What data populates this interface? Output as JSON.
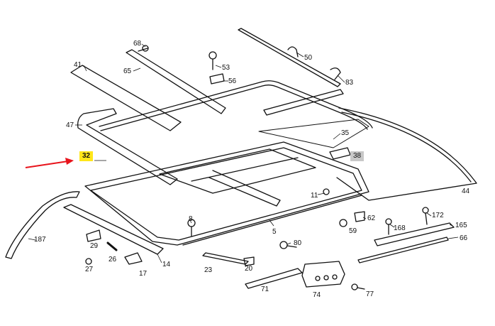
{
  "diagram": {
    "part_labels": {
      "p41": "41",
      "p65": "65",
      "p68": "68",
      "p53": "53",
      "p56": "56",
      "p50": "50",
      "p83": "83",
      "p47": "47",
      "p32": "32",
      "p35": "35",
      "p38": "38",
      "p44": "44",
      "p11": "11",
      "p8": "8",
      "p5": "5",
      "p62": "62",
      "p59": "59",
      "p172": "172",
      "p168": "168",
      "p165": "165",
      "p66": "66",
      "p187": "187",
      "p29": "29",
      "p26": "26",
      "p27": "27",
      "p17": "17",
      "p14": "14",
      "p80": "80",
      "p23": "23",
      "p20": "20",
      "p71": "71",
      "p74": "74",
      "p77": "77"
    },
    "highlight_color": "#ffe61a",
    "secondary_highlight_color": "#c8c8c8",
    "pointer_color": "#e8141c"
  }
}
